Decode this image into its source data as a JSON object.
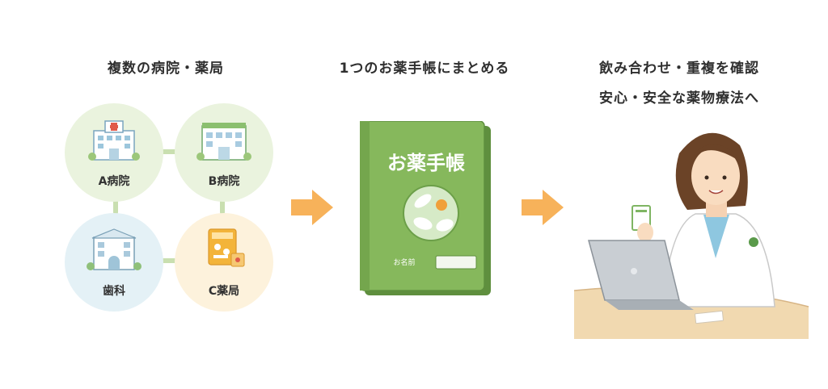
{
  "headings": {
    "step1": "複数の病院・薬局",
    "step2": "1つのお薬手帳にまとめる",
    "step3_line1": "飲み合わせ・重複を確認",
    "step3_line2": "安心・安全な薬物療法へ"
  },
  "facilities": {
    "hospital_a": "A病院",
    "hospital_b": "B病院",
    "dental": "歯科",
    "pharmacy_c": "C薬局"
  },
  "notebook": {
    "title": "お薬手帳",
    "name_label": "お名前"
  },
  "colors": {
    "notebook_green": "#86b85c",
    "arrow_orange": "#f7b25a",
    "circle_green": "#eaf3de",
    "circle_blue": "#e4f1f6",
    "circle_cream": "#fdf2dc"
  }
}
